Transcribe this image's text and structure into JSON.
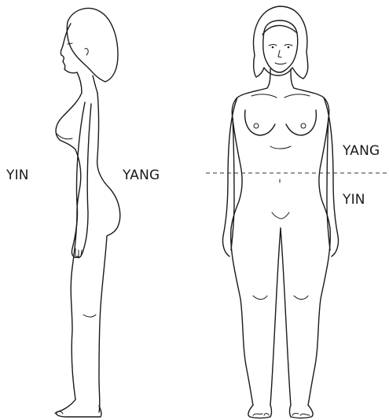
{
  "labels": {
    "side_left": "YIN",
    "side_right": "YANG",
    "front_upper": "YANG",
    "front_lower": "YIN"
  }
}
